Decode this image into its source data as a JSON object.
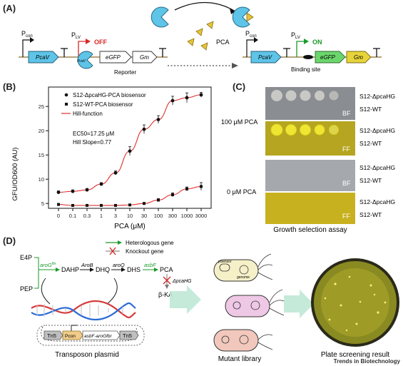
{
  "panels": {
    "A": {
      "label": "(A)",
      "left": {
        "pcon": "P",
        "pcon_sub": "con",
        "plv": "P",
        "plv_sub": "LV",
        "off": "OFF",
        "genes": [
          "PcaV",
          "PcaV",
          "eGFP",
          "Gm"
        ],
        "t_label": "T",
        "reporter": "Reporter"
      },
      "pca_label": "PCA",
      "right": {
        "pcon": "P",
        "pcon_sub": "con",
        "plv": "P",
        "plv_sub": "LV",
        "on": "ON",
        "genes": [
          "PcaV",
          "eGFP",
          "Gm"
        ],
        "t_label": "T",
        "binding_site": "Binding site"
      }
    },
    "B": {
      "label": "(B)",
      "legend": [
        "S12-ΔpcaHG-PCA biosensor",
        "S12-WT-PCA biosensor",
        "Hill-function"
      ],
      "annotation": [
        "EC50=17.25 μM",
        "Hill Slope=0.77"
      ],
      "ylabel": "GFU/OD600 (AU)",
      "xlabel": "PCA (μM)"
    },
    "C": {
      "label": "(C)",
      "conditions": [
        "100 μM PCA",
        "0 μM PCA"
      ],
      "bf": "BF",
      "ff": "FF",
      "strain_a": "S12-ΔpcaHG",
      "strain_b": "S12-WT",
      "caption": "Growth selection assay"
    },
    "D": {
      "label": "(D)",
      "legend": [
        "Heterologous gene",
        "Knockout gene"
      ],
      "metabolites": [
        "E4P",
        "PEP",
        "DAHP",
        "DHQ",
        "DHS",
        "PCA",
        "β-KA"
      ],
      "enzymes": [
        "aroGfbr",
        "AroB",
        "aroQ",
        "asbF",
        "ΔpcaHG"
      ],
      "cassette": [
        "Tn5",
        "Pcon",
        "asbF-aroGfbr",
        "Tn5"
      ],
      "cell_labels": [
        "pSensor",
        "genome"
      ],
      "captions": [
        "Transposon plasmid",
        "Mutant library",
        "Plate screening result"
      ]
    }
  },
  "footer": "Trends in Biotechnology",
  "chart_data": {
    "type": "scatter",
    "title": "",
    "xlabel": "PCA (μM)",
    "ylabel": "GFU/OD600 (AU)",
    "categories": [
      "0",
      "0.1",
      "0.3",
      "1",
      "3",
      "10",
      "30",
      "100",
      "300",
      "1000",
      "3000"
    ],
    "ylim": [
      4,
      29
    ],
    "yticks": [
      5,
      10,
      15,
      20,
      25
    ],
    "series": [
      {
        "name": "S12-ΔpcaHG-PCA biosensor",
        "marker": "circle",
        "values": [
          7.3,
          7.5,
          7.8,
          9.0,
          11.3,
          15.8,
          20.3,
          22.3,
          26.2,
          26.8,
          27.4
        ],
        "errors": [
          0.3,
          0.3,
          0.3,
          0.3,
          0.4,
          0.9,
          0.9,
          0.8,
          0.9,
          1.0,
          0.5
        ]
      },
      {
        "name": "S12-WT-PCA biosensor",
        "marker": "square",
        "values": [
          4.8,
          4.6,
          4.6,
          4.6,
          4.6,
          4.7,
          5.0,
          5.7,
          6.8,
          8.0,
          8.5
        ],
        "errors": [
          0.2,
          0.2,
          0.2,
          0.2,
          0.2,
          0.2,
          0.2,
          0.3,
          0.4,
          0.4,
          0.8
        ]
      }
    ],
    "fit": {
      "name": "Hill-function",
      "color": "#e03030"
    }
  }
}
